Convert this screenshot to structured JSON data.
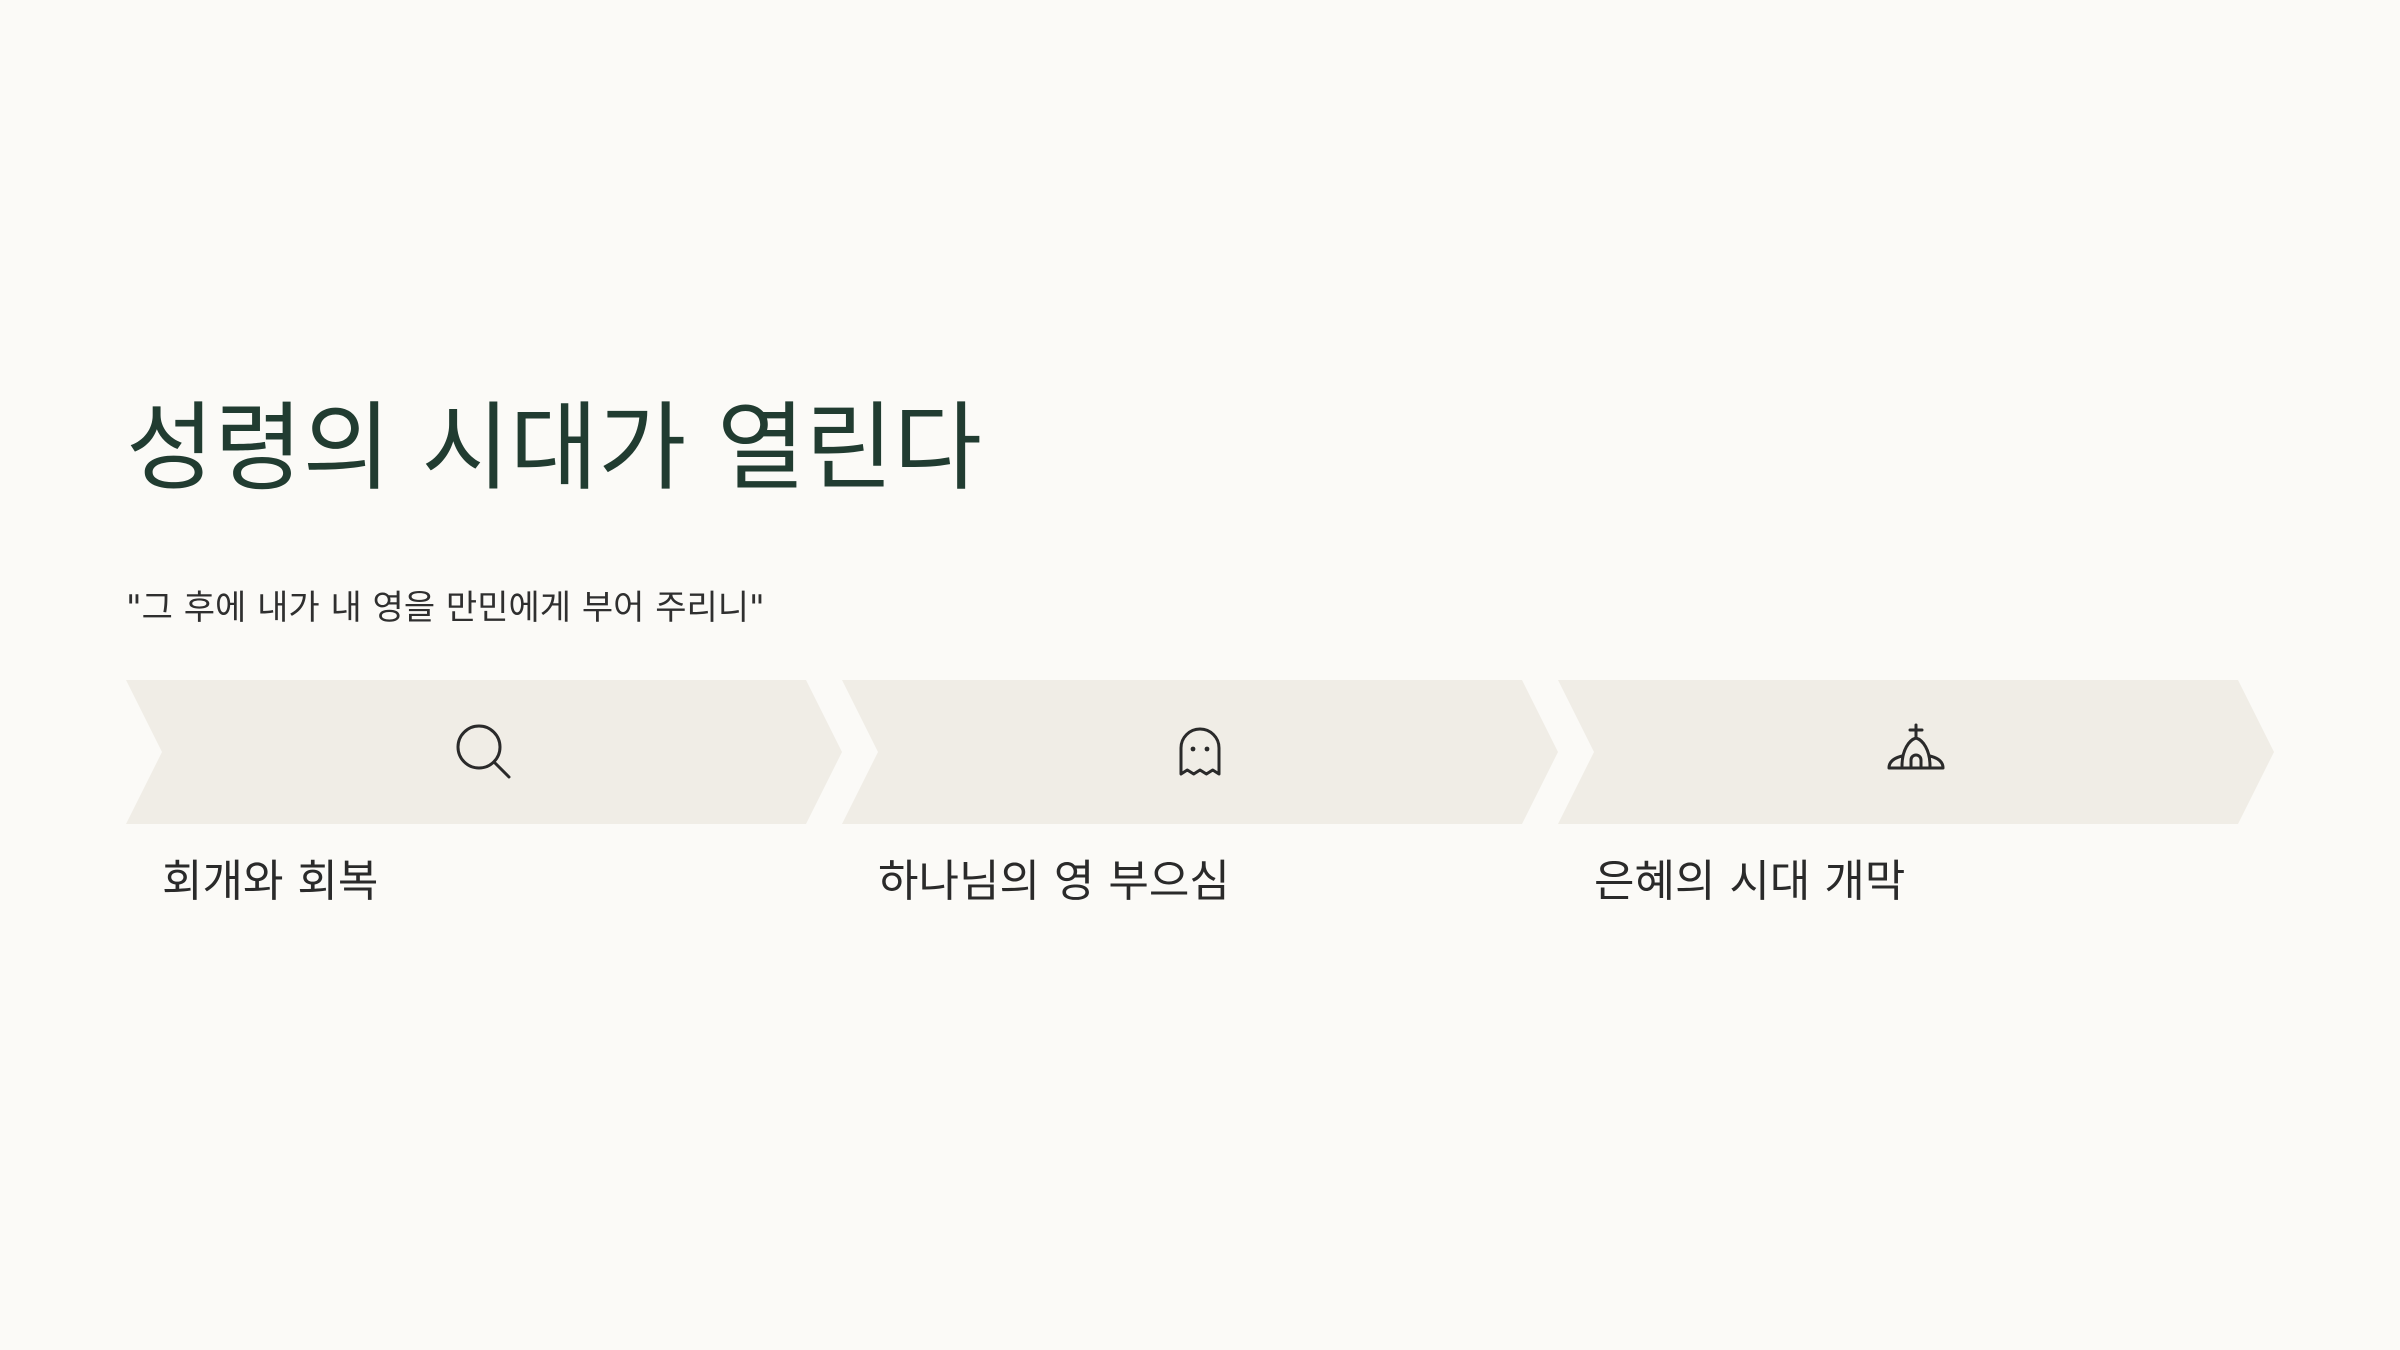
{
  "slide": {
    "title": "성령의 시대가 열린다",
    "subtitle": "\"그 후에 내가 내 영을 만민에게 부어 주리니\""
  },
  "steps": [
    {
      "icon": "search-icon",
      "label": "회개와 회복"
    },
    {
      "icon": "ghost-icon",
      "label": "하나님의 영 부으심"
    },
    {
      "icon": "church-icon",
      "label": "은혜의 시대 개막"
    }
  ],
  "colors": {
    "background": "#fbfaf7",
    "title": "#213c31",
    "chevron_fill": "#f0ede6",
    "text": "#2a2a2a"
  }
}
